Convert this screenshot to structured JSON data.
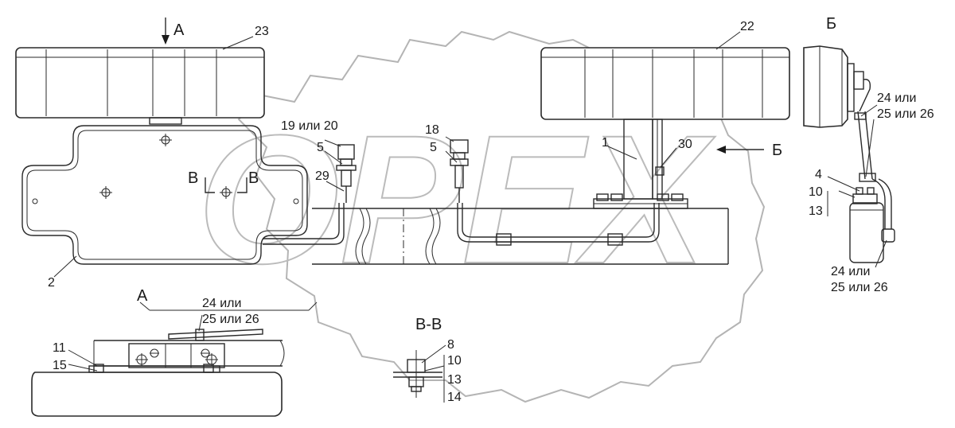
{
  "watermark": {
    "text": "OPEX"
  },
  "labels": {
    "view_a_arrow": "A",
    "view_a_title": "A",
    "view_b_arrow": "Б",
    "view_b_title": "Б",
    "section_v_left": "В",
    "section_v_right": "В",
    "section_vv_title": "В-В",
    "p1": "1",
    "p2": "2",
    "p4": "4",
    "p5_left": "5",
    "p5_mid": "5",
    "p8": "8",
    "p10_right": "10",
    "p10_vv": "10",
    "p11": "11",
    "p13_right": "13",
    "p13_vv": "13",
    "p14": "14",
    "p15": "15",
    "p18": "18",
    "p19_20": "19 или 20",
    "p22": "22",
    "p23": "23",
    "p24_top": "24 или",
    "p25_top": "25 или 26",
    "p24_bottom": "24 или",
    "p25_bottom": "25 или 26",
    "p24_a": "24 или",
    "p25_a": "25 или 26",
    "p29": "29",
    "p30": "30"
  }
}
